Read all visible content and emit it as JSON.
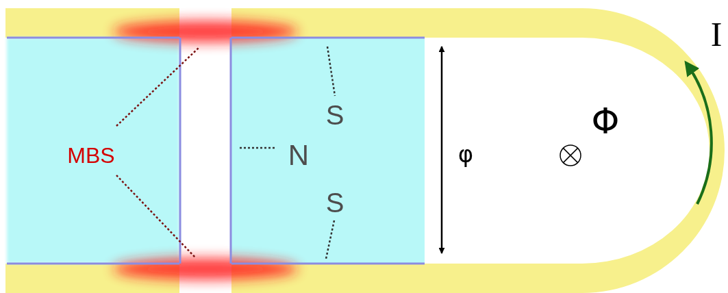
{
  "diagram": {
    "labels": [
      "MBS",
      "N",
      "S",
      "S",
      "φ",
      "Φ",
      "I"
    ]
  }
}
